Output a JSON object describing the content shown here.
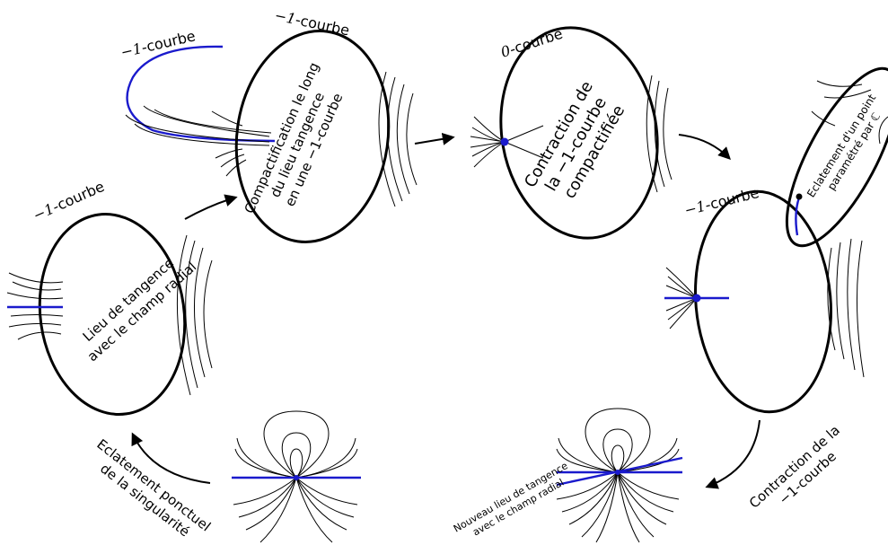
{
  "labels": {
    "neg1_curve_prefix": "−1",
    "curve_suffix": "-courbe",
    "zero_curve_prefix": "0",
    "panel1_text_line1": "Lieu de tangence",
    "panel1_text_line2": "avec le champ radial",
    "panel2_text_line1": "Compactification le long",
    "panel2_text_line2": "du lieu tangence",
    "panel2_text_line3": "en une −1-courbe",
    "panel3_text_line1": "Contraction de",
    "panel3_text_line2": "la −1-courbe",
    "panel3_text_line3": "compactifiée",
    "panel4_text_line1": "Eclatement d'un point",
    "panel4_text_line2": "paramétré par ℂ",
    "step_contraction_line1": "Contraction de la",
    "step_contraction_line2": "−1-courbe",
    "step_eclatement_line1": "Eclatement ponctuel",
    "step_eclatement_line2": "de la singularité",
    "new_tangency_line1": "Nouveau lieu de tangence",
    "new_tangency_line2": "avec le champ radial"
  },
  "colors": {
    "curve": "#000000",
    "tangency_locus": "#1a1acc"
  }
}
